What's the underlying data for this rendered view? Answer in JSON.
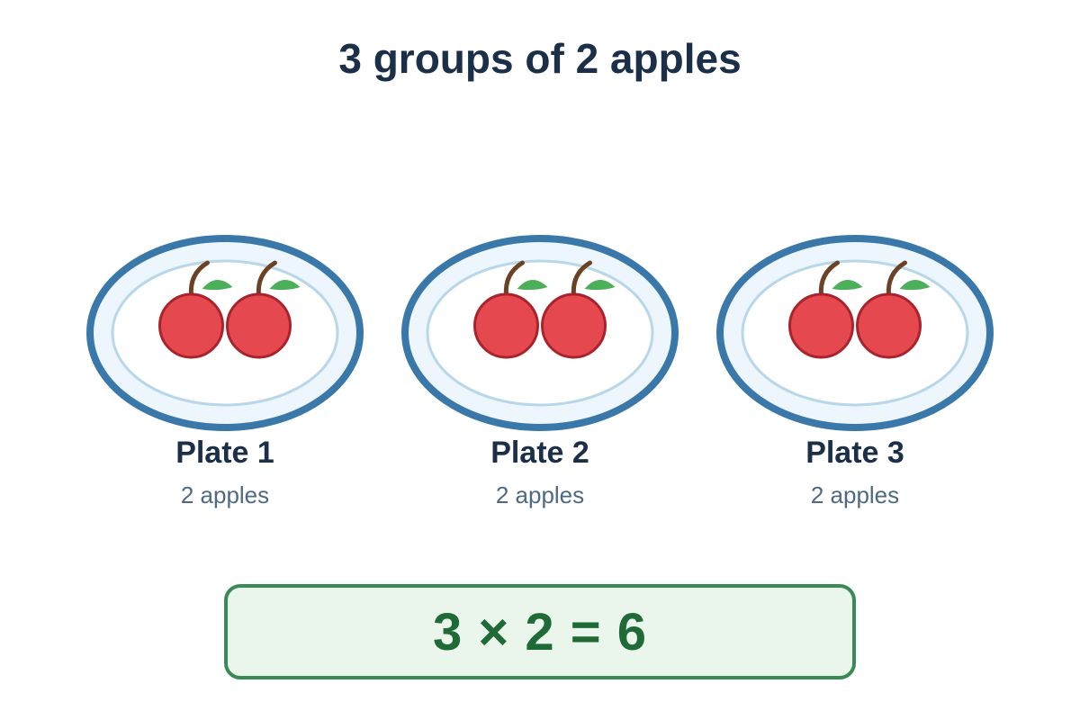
{
  "title": "3 groups of 2 apples",
  "plates": [
    {
      "label": "Plate 1",
      "count_text": "2 apples",
      "apples": 2
    },
    {
      "label": "Plate 2",
      "count_text": "2 apples",
      "apples": 2
    },
    {
      "label": "Plate 3",
      "count_text": "2 apples",
      "apples": 2
    }
  ],
  "equation": "3 × 2 = 6",
  "colors": {
    "title": "#1b3048",
    "plate_rim": "#3a78aa",
    "plate_fill": "#eef6fd",
    "plate_inner_line": "#b9d7ea",
    "apple": "#e5494f",
    "apple_outline": "#a8232b",
    "stem": "#6b4226",
    "leaf": "#4caf5a",
    "equation_border": "#3a8a55",
    "equation_fill": "#eaf6ec",
    "equation_text": "#1f6a36"
  },
  "icons": {
    "apple": "apple-icon",
    "plate": "plate-icon"
  }
}
